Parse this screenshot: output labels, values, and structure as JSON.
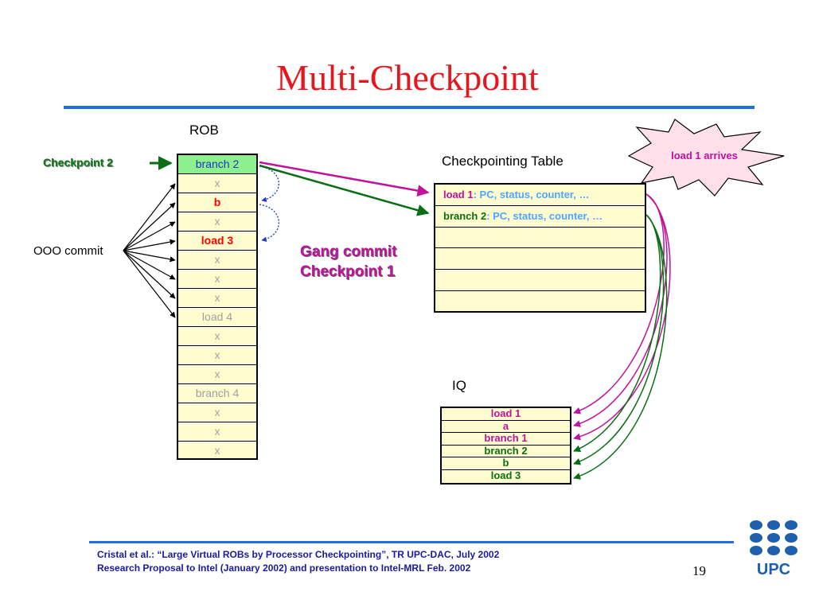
{
  "title": "Multi-Checkpoint",
  "rob": {
    "label": "ROB",
    "entries": [
      {
        "text": "branch 2"
      },
      {
        "text": "x"
      },
      {
        "text": "b"
      },
      {
        "text": "x"
      },
      {
        "text": "load 3"
      },
      {
        "text": "x"
      },
      {
        "text": "x"
      },
      {
        "text": "x"
      },
      {
        "text": "load 4"
      },
      {
        "text": "x"
      },
      {
        "text": "x"
      },
      {
        "text": "x"
      },
      {
        "text": "branch 4"
      },
      {
        "text": "x"
      },
      {
        "text": "x"
      },
      {
        "text": "x"
      }
    ]
  },
  "checkpoint2_label": "Checkpoint 2",
  "ooo_commit_label": "OOO commit",
  "gang_commit": {
    "line1": "Gang commit",
    "line2": "Checkpoint 1"
  },
  "checkpointing_table": {
    "label": "Checkpointing Table",
    "rows": [
      {
        "name": "load 1",
        "detail": ": PC, status, counter, …"
      },
      {
        "name": "branch 2",
        "detail": ": PC, status, counter, …"
      },
      {
        "name": "",
        "detail": ""
      },
      {
        "name": "",
        "detail": ""
      },
      {
        "name": "",
        "detail": ""
      },
      {
        "name": "",
        "detail": ""
      }
    ]
  },
  "burst_label": "load 1 arrives",
  "iq": {
    "label": "IQ",
    "rows": [
      {
        "text": "load 1"
      },
      {
        "text": "a"
      },
      {
        "text": "branch 1"
      },
      {
        "text": "branch 2"
      },
      {
        "text": "b"
      },
      {
        "text": "load 3"
      }
    ]
  },
  "footer": {
    "line1": "Cristal et al.: “Large Virtual ROBs by Processor Checkpointing”, TR UPC-DAC, July 2002",
    "line2": "Research Proposal  to Intel (January 2002) and  presentation to Intel-MRL Feb. 2002"
  },
  "page_number": "19",
  "logo": {
    "text": "UPC"
  },
  "colors": {
    "title": "#e8161c",
    "accent_blue": "#1f6fe0",
    "magenta": "#c0129a",
    "green": "#0a6e14",
    "table_fill": "#fffccf"
  }
}
